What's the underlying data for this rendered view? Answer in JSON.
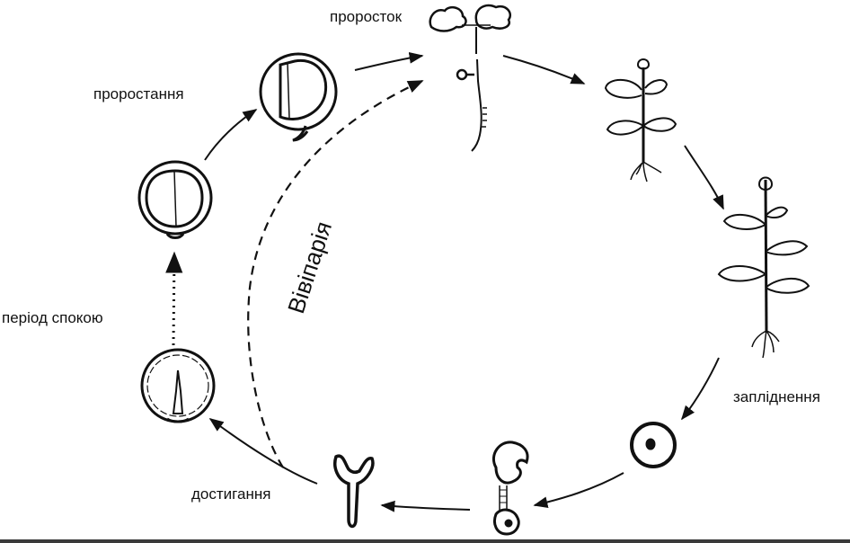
{
  "title": "Життєвий цикл рослини",
  "labels": {
    "seedling": "проросток",
    "germination": "проростання",
    "dormancy": "період спокою",
    "fertilization": "запліднення",
    "maturation": "достигання",
    "vivipary": "Вівіпарія"
  },
  "colors": {
    "ink": "#111111",
    "background": "#ffffff",
    "rule": "#3a3a3a"
  }
}
